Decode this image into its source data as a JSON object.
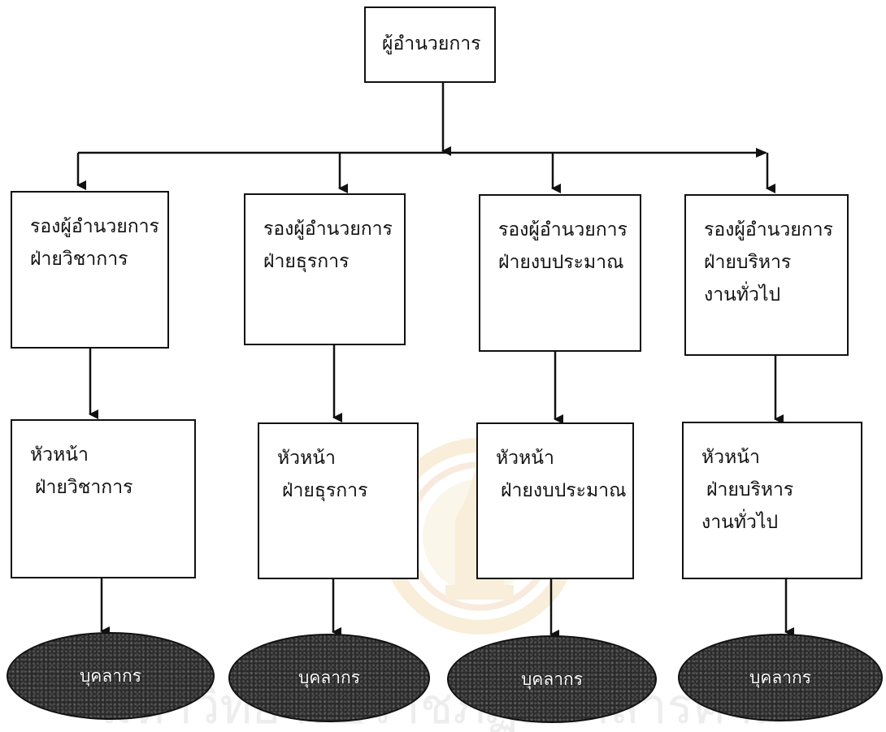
{
  "director": "ผู้อำนวยการ",
  "deputies": [
    {
      "line1": "รองผู้อำนวยการ",
      "line2": "ฝ่ายวิชาการ",
      "line3": ""
    },
    {
      "line1": "รองผู้อำนวยการ",
      "line2": "ฝ่ายธุรการ",
      "line3": ""
    },
    {
      "line1": "รองผู้อำนวยการ",
      "line2": "ฝ่ายงบประมาณ",
      "line3": ""
    },
    {
      "line1": "รองผู้อำนวยการ",
      "line2": "ฝ่ายบริหาร",
      "line3": "งานทั่วไป"
    }
  ],
  "heads": [
    {
      "line1": "หัวหน้า",
      "line2": "ฝ่ายวิชาการ",
      "line3": ""
    },
    {
      "line1": "หัวหน้า",
      "line2": "ฝ่ายธุรการ",
      "line3": ""
    },
    {
      "line1": "หัวหน้า",
      "line2": "ฝ่ายงบประมาณ",
      "line3": ""
    },
    {
      "line1": "หัวหน้า",
      "line2": "ฝ่ายบริหาร",
      "line3": "งานทั่วไป"
    }
  ],
  "personnel": [
    "บุคลากร",
    "บุคลากร",
    "บุคลากร",
    "บุคลากร"
  ],
  "watermark_text": "มหาวิทยาลัยราชภัฏมหาสารคาม",
  "colors": {
    "line": "#111111",
    "ellipse_fill": "#2a2a2a",
    "ellipse_text": "#ffffff",
    "watermark": "#f1d6a6"
  }
}
